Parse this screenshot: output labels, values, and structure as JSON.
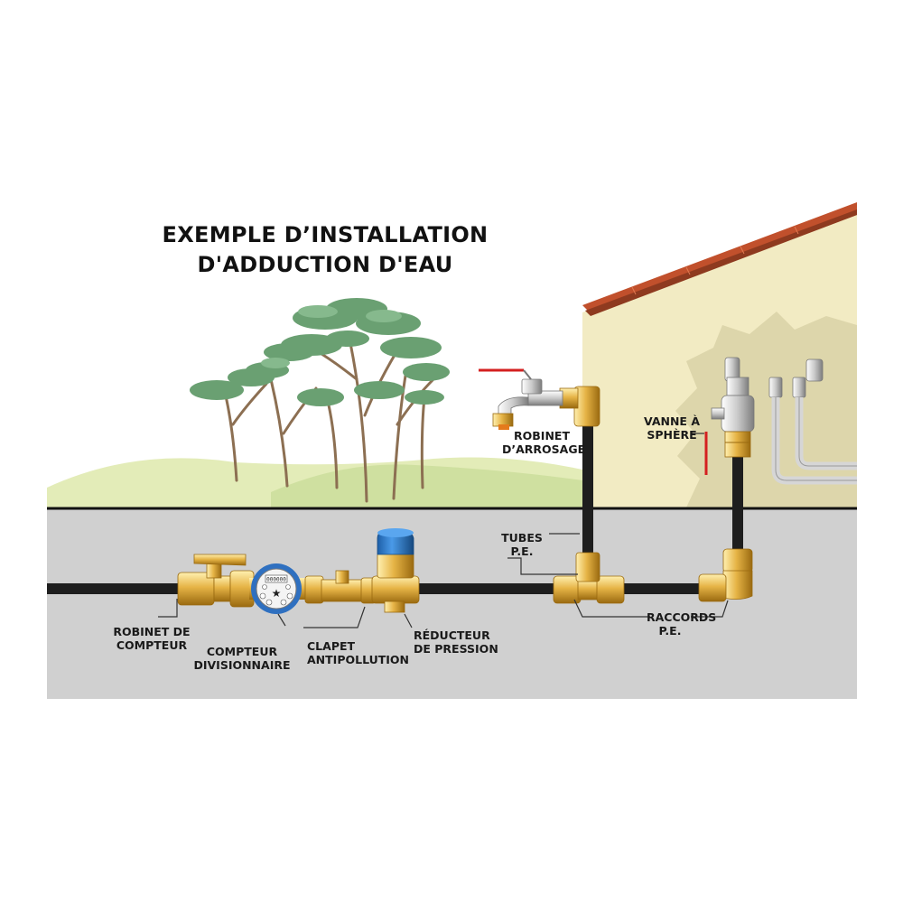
{
  "title": {
    "line1": "EXEMPLE D’INSTALLATION",
    "line2": "D'ADDUCTION D'EAU"
  },
  "labels": {
    "robinet_arrosage": [
      "ROBINET",
      "D’ARROSAGE"
    ],
    "vanne_sphere": [
      "VANNE À",
      "SPHÈRE"
    ],
    "tubes_pe": [
      "TUBES",
      "P.E."
    ],
    "raccords_pe": [
      "RACCORDS",
      "P.E."
    ],
    "robinet_compteur": [
      "ROBINET DE",
      "COMPTEUR"
    ],
    "compteur_divisionnaire": [
      "COMPTEUR",
      "DIVISIONNAIRE"
    ],
    "clapet_antipollution": [
      "CLAPET",
      "ANTIPOLLUTION"
    ],
    "reducteur_pression": [
      "RÉDUCTEUR",
      "DE PRESSION"
    ]
  },
  "meter": {
    "digits": "000000"
  },
  "colors": {
    "ground": "#d0d0d0",
    "grass": "#e3ecb8",
    "grass_dark": "#cfe0a0",
    "house_wall": "#f2ebc3",
    "roof": "#c1502c",
    "brass": "#e6b446",
    "brass_dark": "#b47d14",
    "pipe": "#1e1e1e",
    "reducer_cap": "#2f7fd1",
    "valve_handle_red": "#d42020",
    "chrome": "#c9c9c9"
  }
}
